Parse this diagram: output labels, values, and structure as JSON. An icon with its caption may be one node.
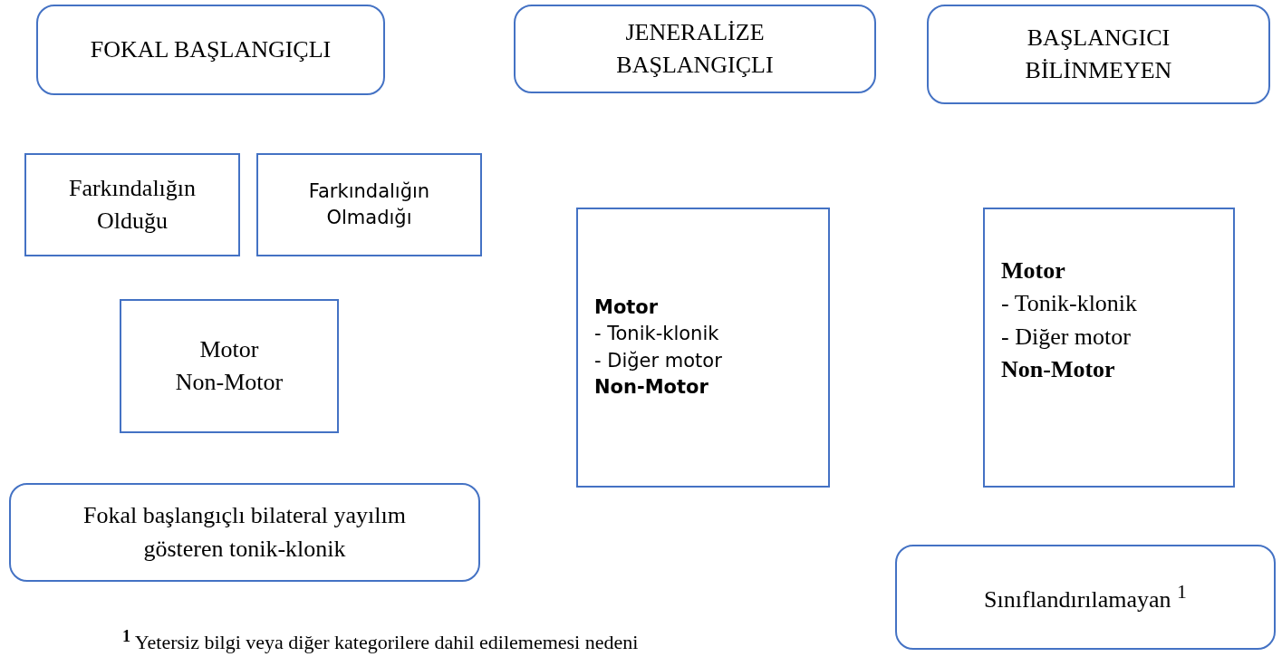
{
  "diagram": {
    "nodes": [
      {
        "text": [
          "FOKAL BAŞLANGIÇLI"
        ]
      },
      {
        "text": [
          "JENERALİZE BAŞLANGIÇLI"
        ]
      },
      {
        "text": [
          "BAŞLANGICI BİLİNMEYEN"
        ]
      },
      {
        "text": [
          "Farkındalığın Olduğu"
        ]
      },
      {
        "text": [
          "Farkındalığın Olmadığı"
        ]
      },
      {
        "text": [
          "Motor",
          "Non-Motor"
        ]
      },
      {
        "text": [
          "Motor",
          "- Tonik-klonik",
          "- Diğer motor",
          "Non-Motor"
        ]
      },
      {
        "text": [
          "Motor",
          "- Tonik-klonik",
          "- Diğer motor",
          "Non-Motor"
        ]
      },
      {
        "text": [
          "Fokal başlangıçlı bilateral yayılım gösteren tonik-klonik"
        ]
      },
      {
        "text": [
          "Sınıflandırılamayan $^{1}$"
        ]
      }
    ],
    "labels": [
      "**$^{1}$** Yetersiz bilgi veya diğer kategorilere dahil edilememesi nedeni"
    ]
  }
}
